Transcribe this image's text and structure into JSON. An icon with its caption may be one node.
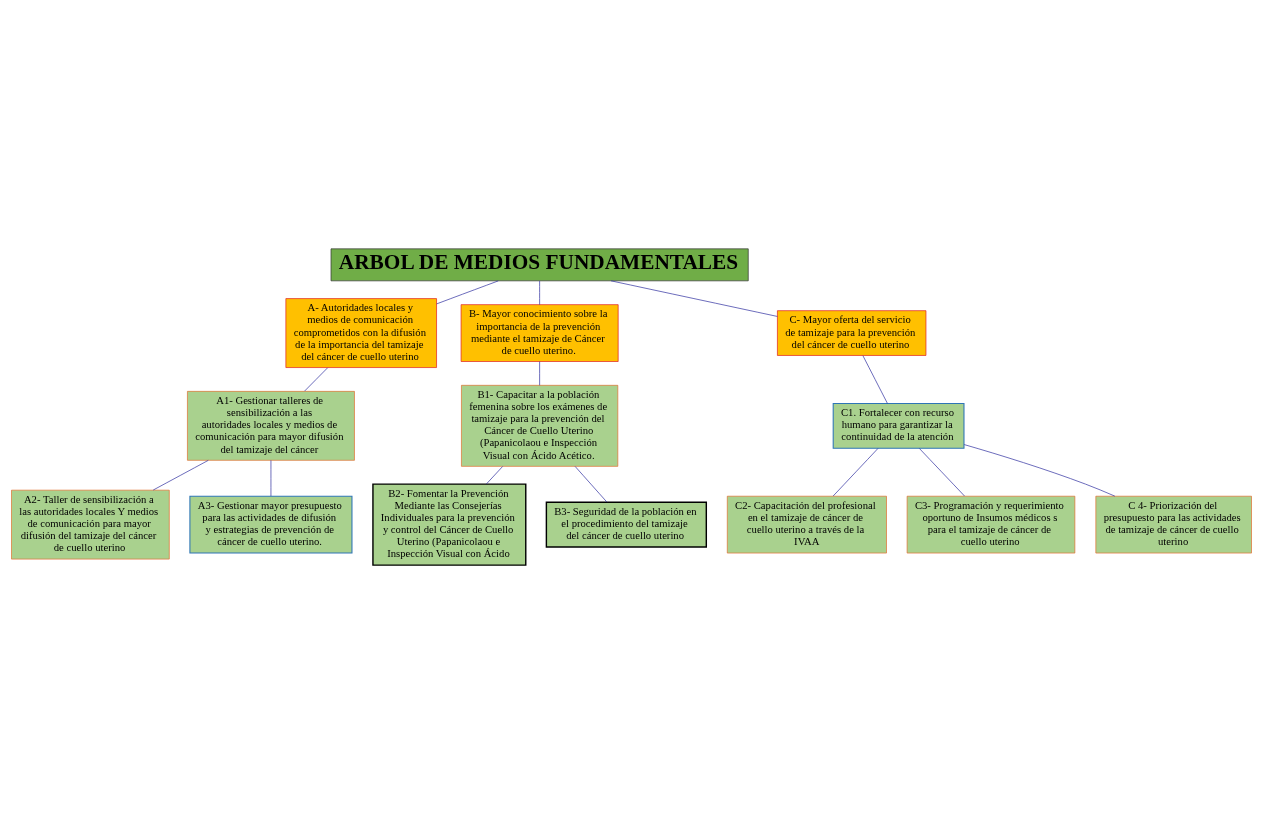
{
  "diagram": {
    "nodes": [
      {
        "text": [
          "ARBOL DE MEDIOS FUNDAMENTALES"
        ]
      },
      {
        "text": [
          "A- Autoridades locales y medios de comunicación comprometidos con la difusión de la importancia del tamizaje del cáncer de cuello uterino"
        ]
      },
      {
        "text": [
          "B- Mayor conocimiento sobre la importancia de la prevención mediante el tamizaje de Cáncer de cuello uterino."
        ]
      },
      {
        "text": [
          "C- Mayor oferta del servicio de tamizaje para la prevención del cáncer de cuello uterino"
        ]
      },
      {
        "text": [
          "A1- Gestionar talleres de sensibilización a las autoridades locales y medios de comunicación para mayor difusión del tamizaje del cáncer"
        ]
      },
      {
        "text": [
          "A2- Taller de sensibilización a las autoridades locales Y medios de comunicación para mayor difusión del tamizaje del cáncer de cuello uterino"
        ]
      },
      {
        "text": [
          "A3- Gestionar mayor presupuesto para las actividades de difusión y estrategias de prevención de cáncer de cuello uterino."
        ]
      },
      {
        "text": [
          "B1- Capacitar a la población femenina sobre los exámenes de tamizaje para la prevención del Cáncer de Cuello Uterino (Papanicolaou e Inspección Visual con Ácido Acético."
        ]
      },
      {
        "text": [
          "B2- Fomentar la Prevención Mediante las Consejerías Individuales para la prevención y control del Cáncer de Cuello Uterino (Papanicolaou e Inspección Visual con Ácido"
        ]
      },
      {
        "text": [
          "B3- Seguridad de la población en el procedimiento del tamizaje del cáncer de cuello uterino"
        ]
      },
      {
        "text": [
          "C1. Fortalecer con recurso humano para garantizar la continuidad de la atención"
        ]
      },
      {
        "text": [
          "C2- Capacitación del profesional en el tamizaje de cáncer de cuello uterino a través de la IVAA"
        ]
      },
      {
        "text": [
          "C3- Programación y requerimiento oportuno de Insumos médicos s para el tamizaje de cáncer de cuello uterino"
        ]
      },
      {
        "text": [
          "C 4- Priorización del presupuesto para las actividades de tamizaje de cáncer de cuello uterino"
        ]
      }
    ],
    "edges": [
      {
        "from": 0,
        "to": 1,
        "arrow": "none"
      },
      {
        "from": 0,
        "to": 2,
        "arrow": "none"
      },
      {
        "from": 0,
        "to": 3,
        "arrow": "none"
      },
      {
        "from": 1,
        "to": 4,
        "arrow": "none"
      },
      {
        "from": 4,
        "to": 5,
        "arrow": "none"
      },
      {
        "from": 4,
        "to": 6,
        "arrow": "none"
      },
      {
        "from": 2,
        "to": 7,
        "arrow": "none"
      },
      {
        "from": 7,
        "to": 8,
        "arrow": "none"
      },
      {
        "from": 7,
        "to": 9,
        "arrow": "none"
      },
      {
        "from": 3,
        "to": 10,
        "arrow": "none"
      },
      {
        "from": 10,
        "to": 11,
        "arrow": "none"
      },
      {
        "from": 10,
        "to": 12,
        "arrow": "none"
      },
      {
        "from": 10,
        "to": 13,
        "arrow": "none"
      }
    ]
  }
}
